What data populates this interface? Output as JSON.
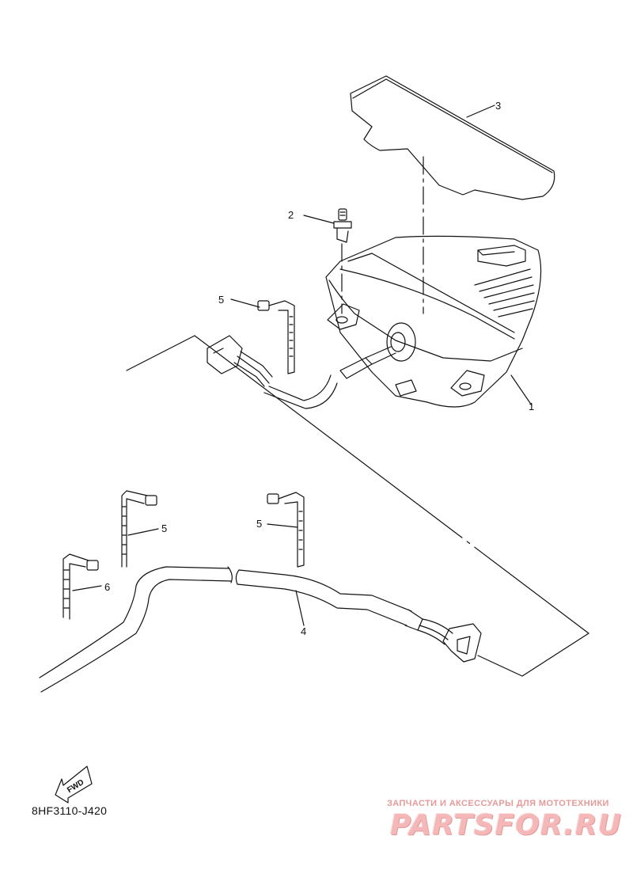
{
  "callouts": {
    "c1": "1",
    "c2": "2",
    "c3": "3",
    "c4": "4",
    "c5a": "5",
    "c5b": "5",
    "c5c": "5",
    "c6": "6"
  },
  "fwd_label": "FWD",
  "diagram_code": "8HF3110-J420",
  "watermark": {
    "tagline": "ЗАПЧАСТИ И АКСЕССУАРЫ ДЛЯ МОТОТЕХНИКИ",
    "logo": "PARTSFOR.RU"
  },
  "colors": {
    "line": "#111111",
    "watermark": "#e59a9a"
  }
}
